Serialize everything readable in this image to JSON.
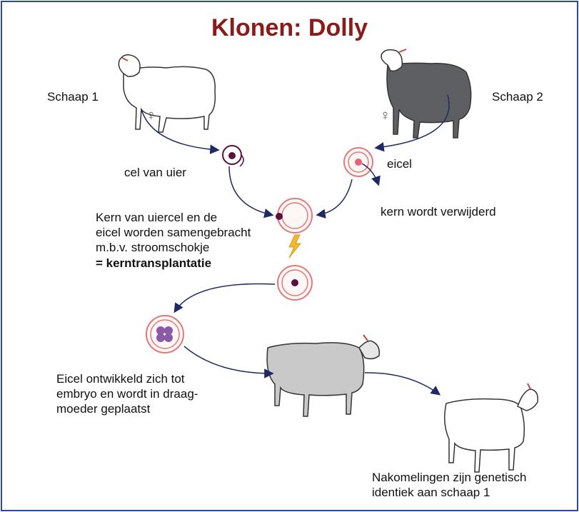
{
  "title": "Klonen: Dolly",
  "labels": {
    "sheep1": "Schaap 1",
    "sheep2": "Schaap 2",
    "female_symbol": "♀",
    "udder_cell": "cel van uier",
    "egg_cell": "eicel",
    "nucleus_removed": "kern wordt verwijderd",
    "fusion_lines": [
      "Kern van uiercel en de",
      "eicel worden samengebracht",
      "m.b.v. stroomschokje"
    ],
    "fusion_result": "= kerntransplantatie",
    "embryo_lines": [
      "Eicel ontwikkeld zich tot",
      "embryo en wordt in draag-",
      "moeder geplaatst"
    ],
    "offspring_lines": [
      "Nakomelingen zijn genetisch",
      "identiek aan schaap 1"
    ]
  },
  "icons": {
    "sheep1": "white-sheep-icon",
    "sheep2": "dark-sheep-icon",
    "surrogate": "grey-sheep-icon",
    "offspring": "white-lamb-icon",
    "shock": "lightning-bolt-icon"
  },
  "colors": {
    "title": "#8b1a1a",
    "border": "#2e4d8f",
    "arrow": "#1e2a66",
    "cell_ring": "#e07a7a",
    "nucleus": "#5a0f3c",
    "egg_nucleus": "#e8607a",
    "embryo": "#8a5aa8",
    "lightning": "#f2b830",
    "sheep_dark": "#5e5f63",
    "sheep_grey": "#c9c9c9"
  }
}
